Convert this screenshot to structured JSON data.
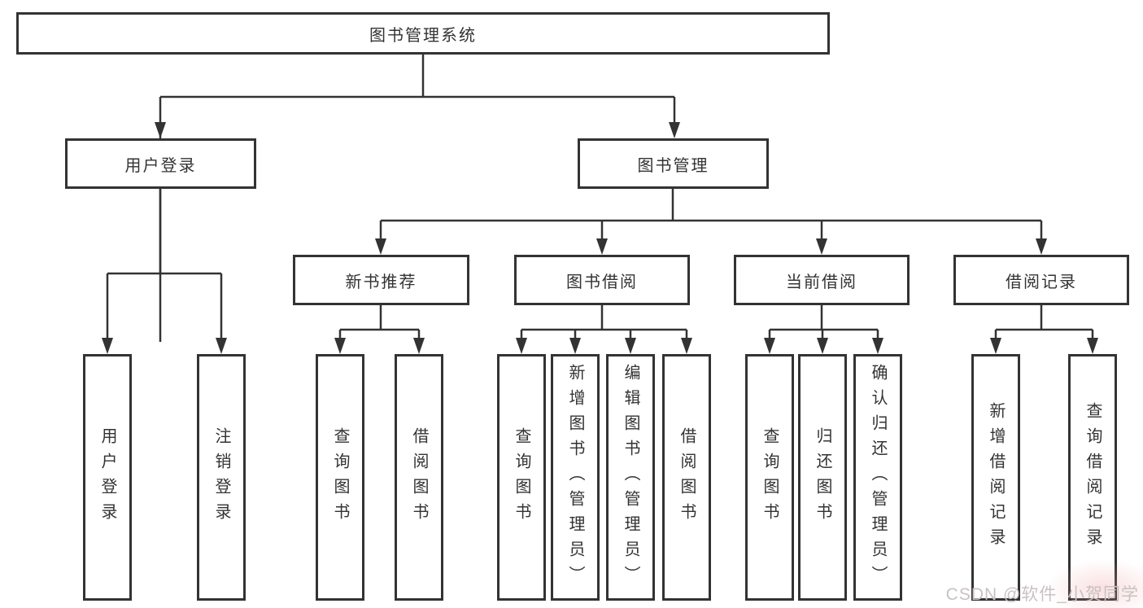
{
  "tree": {
    "root": "图书管理系统",
    "branches": [
      {
        "label": "用户登录",
        "children": [
          "用户登录",
          "注销登录"
        ]
      },
      {
        "label": "图书管理"
      }
    ],
    "modules": [
      {
        "label": "新书推荐",
        "children": [
          "查询图书",
          "借阅图书"
        ]
      },
      {
        "label": "图书借阅",
        "children": [
          "查询图书",
          "新增图书（管理员）",
          "编辑图书（管理员）",
          "借阅图书"
        ]
      },
      {
        "label": "当前借阅",
        "children": [
          "查询图书",
          "归还图书",
          "确认归还（管理员）"
        ]
      },
      {
        "label": "借阅记录",
        "children": [
          "新增借阅记录",
          "查询借阅记录"
        ]
      }
    ]
  },
  "watermark": "CSDN @软件_小贺同学",
  "colors": {
    "line": "#333333",
    "text": "#333333",
    "box_bg": "#ffffff",
    "watermark": "#c9c1c1"
  }
}
